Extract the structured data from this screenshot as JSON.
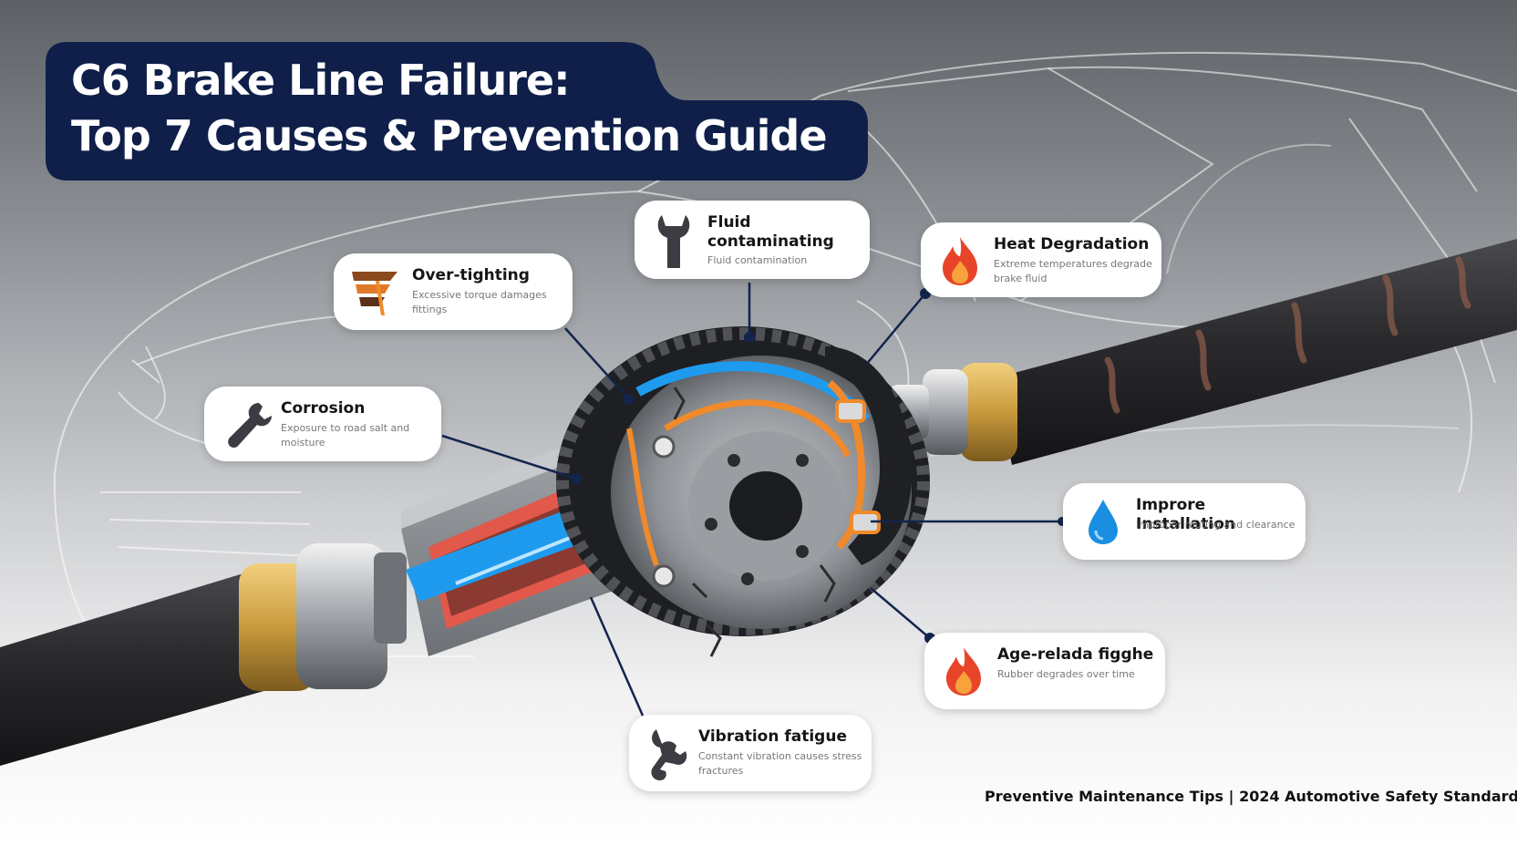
{
  "title": {
    "line1": "C6 Brake Line Failure:",
    "line2": "Top 7 Causes & Prevention Guide"
  },
  "colors": {
    "title_bg": "#0f1f4a",
    "line_navy": "#13244d",
    "hose": "#2b2b2e",
    "brass": "#c99a3c",
    "fluid_blue": "#1e9bef",
    "heat_red": "#e2584a",
    "accent_orange": "#f08a2a",
    "icon_red": "#e8442a",
    "icon_dark": "#3b3d42",
    "drop_blue": "#1a8ee0"
  },
  "callouts": [
    {
      "id": "fluid",
      "icon": "wrench-icon",
      "title": "Fluid contaminating",
      "desc": "Fluid contamination"
    },
    {
      "id": "heat",
      "icon": "flame-icon",
      "title": "Heat Degradation",
      "desc": "Extreme temperatures degrade brake fluid"
    },
    {
      "id": "overtight",
      "icon": "fitting-stack-icon",
      "title": "Over-tighting",
      "desc": "Excessive torque damages fittings"
    },
    {
      "id": "corrosion",
      "icon": "wrench-icon",
      "title": "Corrosion",
      "desc": "Exposure to road salt and moisture"
    },
    {
      "id": "install",
      "icon": "water-drop-icon",
      "title": "Improre Installation",
      "desc": "Improper routing and clearance"
    },
    {
      "id": "age",
      "icon": "flame-icon",
      "title": "Age-relada figghe",
      "desc": "Rubber degrades over time"
    },
    {
      "id": "vibration",
      "icon": "wrench-icon",
      "title": "Vibration fatigue",
      "desc": "Constant vibration causes stress fractures"
    }
  ],
  "footer": "Preventive Maintenance Tips | 2024 Automotive Safety Standard."
}
